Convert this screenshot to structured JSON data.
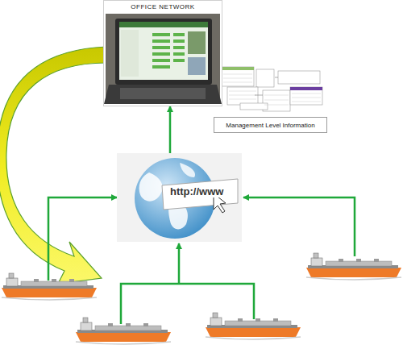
{
  "diagram": {
    "nodes": [
      {
        "text": [
          "OFFICE NETWORK"
        ]
      },
      {
        "text": [
          "Management Level Information"
        ]
      },
      {
        "text": [
          "http://www"
        ]
      }
    ],
    "edges": [
      {
        "from": 2,
        "to": 0,
        "arrow": "to"
      }
    ]
  }
}
